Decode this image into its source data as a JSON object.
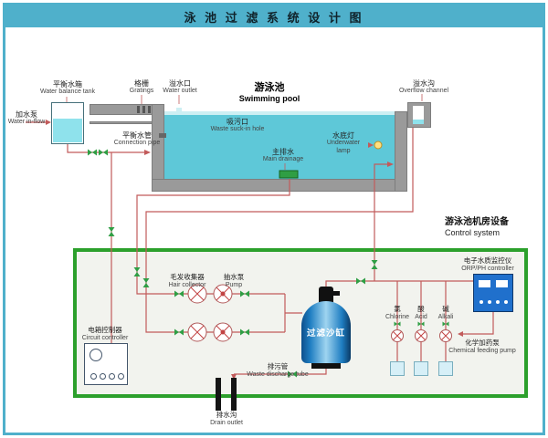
{
  "title": "泳 池 过 滤 系 统 设 计 图",
  "pool": {
    "name": {
      "cn": "游泳池",
      "en": "Swimming pool"
    },
    "labels": {
      "water_inflow": {
        "cn": "加水泵",
        "en": "Water in-flow"
      },
      "balance_tank": {
        "cn": "平衡水箱",
        "en": "Water balance tank"
      },
      "gratings": {
        "cn": "格栅",
        "en": "Gratings"
      },
      "water_outlet": {
        "cn": "溢水口",
        "en": "Water outlet"
      },
      "overflow_channel": {
        "cn": "溢水沟",
        "en": "Overflow channel"
      },
      "connection_pipe": {
        "cn": "平衡水管",
        "en": "Connection pipe"
      },
      "waste_suck_hole": {
        "cn": "吸污口",
        "en": "Waste suck-in hole"
      },
      "main_drainage": {
        "cn": "主排水",
        "en": "Main drainage"
      },
      "underwater_lamp": {
        "cn": "水底灯",
        "en": "Underwater lamp"
      }
    }
  },
  "machine_room": {
    "name": {
      "cn": "游泳池机房设备",
      "en": "Control system"
    },
    "labels": {
      "hair_collector": {
        "cn": "毛发收集器",
        "en": "Hair collector"
      },
      "pump": {
        "cn": "抽水泵",
        "en": "Pump"
      },
      "circuit_controller": {
        "cn": "电箱控制器",
        "en": "Circuit controller"
      },
      "sand_filter": {
        "cn": "过滤沙缸"
      },
      "orp_controller": {
        "cn": "电子水质监控仪",
        "en": "ORP/PH controller"
      },
      "chlorine": {
        "cn": "氯",
        "en": "Chlorine"
      },
      "acid": {
        "cn": "酸",
        "en": "Acid"
      },
      "alkali": {
        "cn": "碱",
        "en": "Alkali"
      },
      "chemical_pump": {
        "cn": "化学加药泵",
        "en": "Chemical feeding pump"
      },
      "waste_tube": {
        "cn": "排污管",
        "en": "Waste discharge tube"
      },
      "drain_outlet": {
        "cn": "排水沟",
        "en": "Drain outlet"
      }
    }
  },
  "colors": {
    "frame": "#4fb0cb",
    "pool_water": "#5ec8d8",
    "concrete": "#9a9a9a",
    "room_border": "#2ca02c",
    "pipe": "#c25b5b",
    "valve": "#2f9e44",
    "filter_blue": "#1f7ec2",
    "orp_blue": "#2070cc"
  }
}
